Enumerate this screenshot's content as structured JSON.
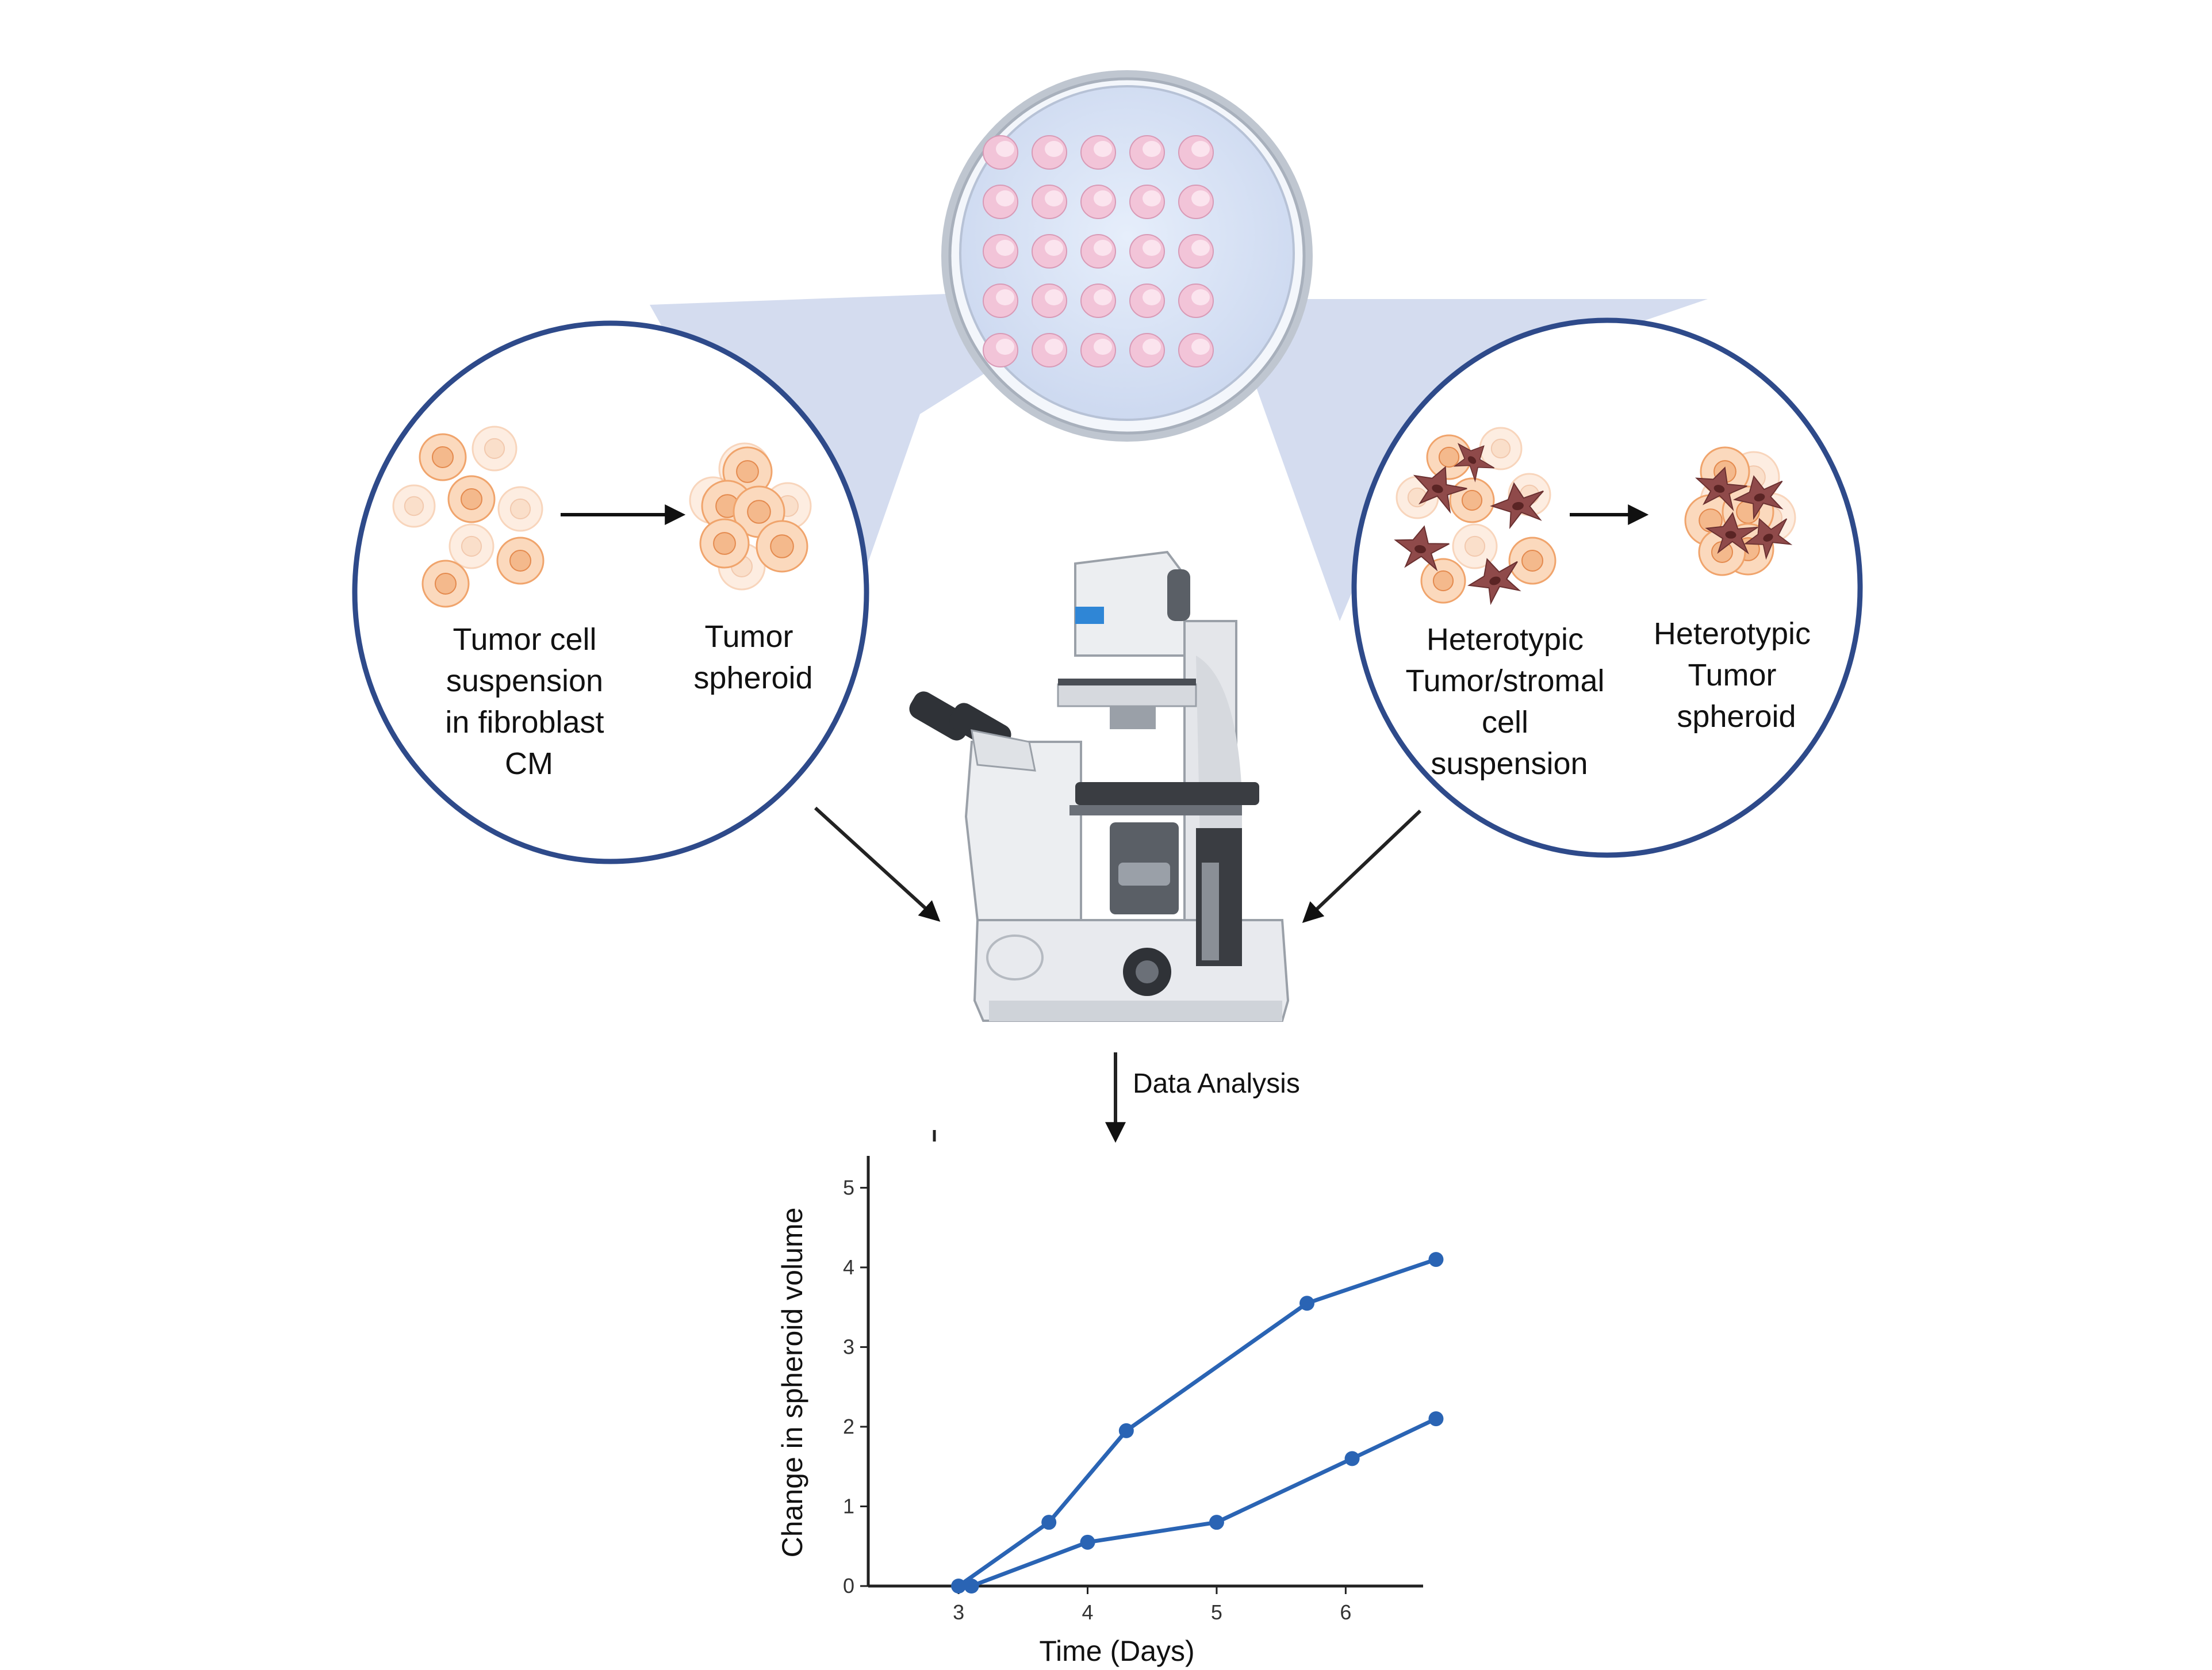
{
  "panels": {
    "left": {
      "input_label": [
        "Tumor cell",
        "suspension",
        "in fibroblast",
        "CM"
      ],
      "output_label": [
        "Tumor",
        "spheroid"
      ]
    },
    "right": {
      "input_label": [
        "Heterotypic",
        "Tumor/stromal",
        "cell",
        "suspension"
      ],
      "output_label": [
        "Heterotypic",
        "Tumor",
        "spheroid"
      ]
    }
  },
  "analysis_label": "Data Analysis",
  "colors": {
    "circle_border": "#2e4a8a",
    "beam": "#c9d3ea",
    "dish_fill": "#d9e4f6",
    "well": "#f2c4d8",
    "tumor_cell": "#f4b98c",
    "stromal_cell": "#8f4a4a",
    "line": "#2a64b4"
  },
  "icons": [
    "petri-dish-icon",
    "tumor-cell-icon",
    "fibroblast-icon",
    "microscope-icon"
  ],
  "chart_data": {
    "type": "line",
    "xlabel": "Time (Days)",
    "ylabel": "Change in spheroid volume",
    "xlim": [
      2.3,
      6.6
    ],
    "ylim": [
      0,
      5.4
    ],
    "xticks": [
      "3",
      "4",
      "5",
      "6"
    ],
    "yticks": [
      "0",
      "1",
      "2",
      "3",
      "4",
      "5"
    ],
    "grid": false,
    "series": [
      {
        "x": [
          3.0,
          3.7,
          4.3,
          5.7,
          6.7
        ],
        "y": [
          0.0,
          0.8,
          1.95,
          3.55,
          4.1
        ]
      },
      {
        "x": [
          3.1,
          4.0,
          5.0,
          6.05,
          6.7
        ],
        "y": [
          0.0,
          0.55,
          0.8,
          1.6,
          2.1
        ]
      }
    ]
  }
}
